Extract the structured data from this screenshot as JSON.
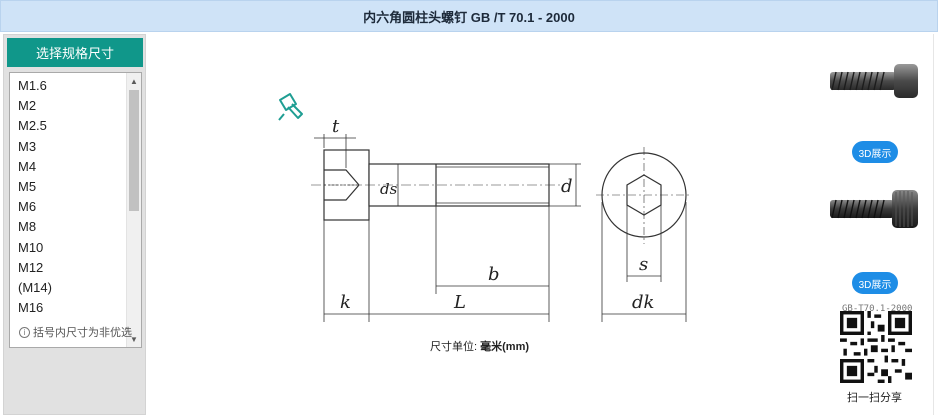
{
  "title": "内六角圆柱头螺钉 GB /T 70.1 - 2000",
  "sidebar": {
    "header": "选择规格尺寸",
    "sizes": [
      "M1.6",
      "M2",
      "M2.5",
      "M3",
      "M4",
      "M5",
      "M6",
      "M8",
      "M10",
      "M12",
      "(M14)",
      "M16"
    ],
    "note": "括号内尺寸为非优选"
  },
  "drawing": {
    "labels": {
      "t": "t",
      "ds": "ds",
      "d": "d",
      "b": "b",
      "k": "k",
      "L": "L",
      "s": "s",
      "dk": "dk"
    }
  },
  "units": {
    "prefix": "尺寸单位: ",
    "value": "毫米(mm)"
  },
  "right": {
    "btn_3d_1": "3D展示",
    "btn_3d_2": "3D展示",
    "qr_caption": "GB-T70.1-2000",
    "share_label": "扫一扫分享"
  },
  "colors": {
    "title_bg": "#cfe3f7",
    "header_bg": "#10978a",
    "button_bg": "#1e8de6"
  }
}
